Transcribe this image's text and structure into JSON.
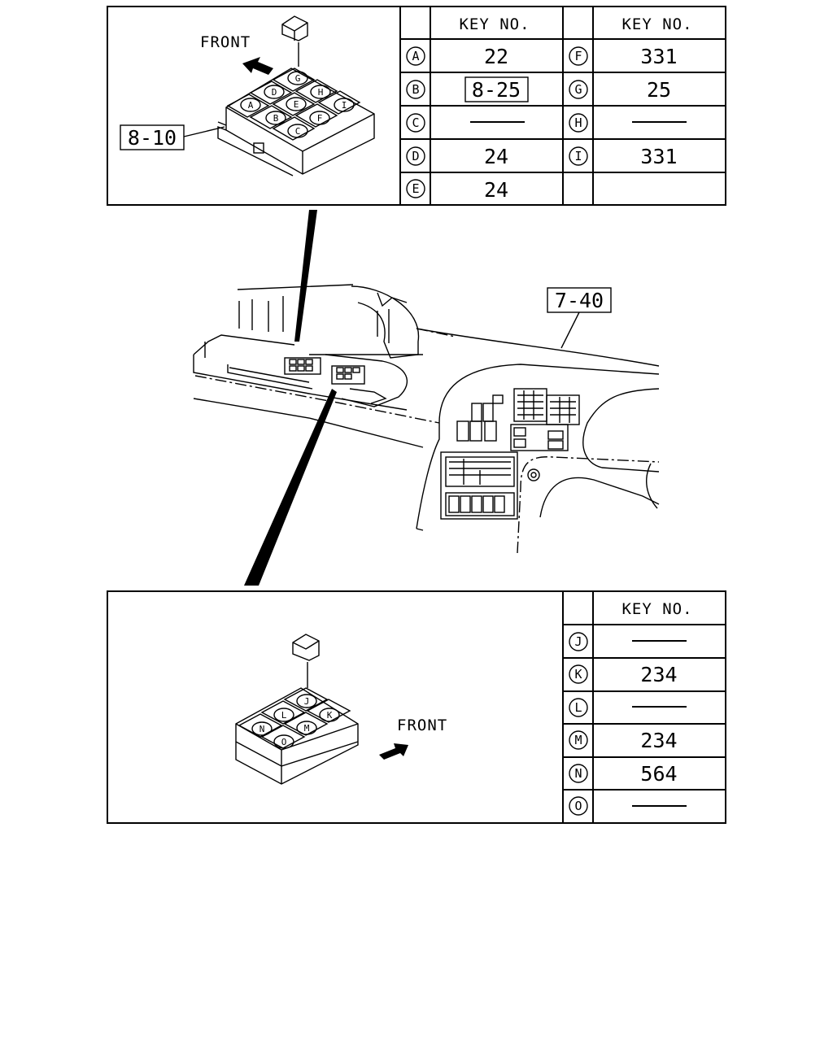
{
  "top_panel": {
    "front_label": "FRONT",
    "ref_box": "8-10",
    "relay_labels": [
      "A",
      "B",
      "C",
      "D",
      "E",
      "F",
      "G",
      "H",
      "I"
    ],
    "table": {
      "header_left": "KEY NO.",
      "header_right": "KEY NO.",
      "rows": [
        {
          "l_id": "A",
          "l_val": "22",
          "r_id": "F",
          "r_val": "331"
        },
        {
          "l_id": "B",
          "l_val": "8-25",
          "r_id": "G",
          "r_val": "25"
        },
        {
          "l_id": "C",
          "l_val": "",
          "r_id": "H",
          "r_val": ""
        },
        {
          "l_id": "D",
          "l_val": "24",
          "r_id": "I",
          "r_val": "331"
        },
        {
          "l_id": "E",
          "l_val": "24",
          "r_id": "",
          "r_val": ""
        }
      ]
    }
  },
  "middle": {
    "ref_box": "7-40"
  },
  "bottom_panel": {
    "front_label": "FRONT",
    "relay_labels": [
      "J",
      "K",
      "L",
      "M",
      "N",
      "O"
    ],
    "table": {
      "header": "KEY NO.",
      "rows": [
        {
          "id": "J",
          "val": ""
        },
        {
          "id": "K",
          "val": "234"
        },
        {
          "id": "L",
          "val": ""
        },
        {
          "id": "M",
          "val": "234"
        },
        {
          "id": "N",
          "val": "564"
        },
        {
          "id": "O",
          "val": ""
        }
      ]
    }
  }
}
